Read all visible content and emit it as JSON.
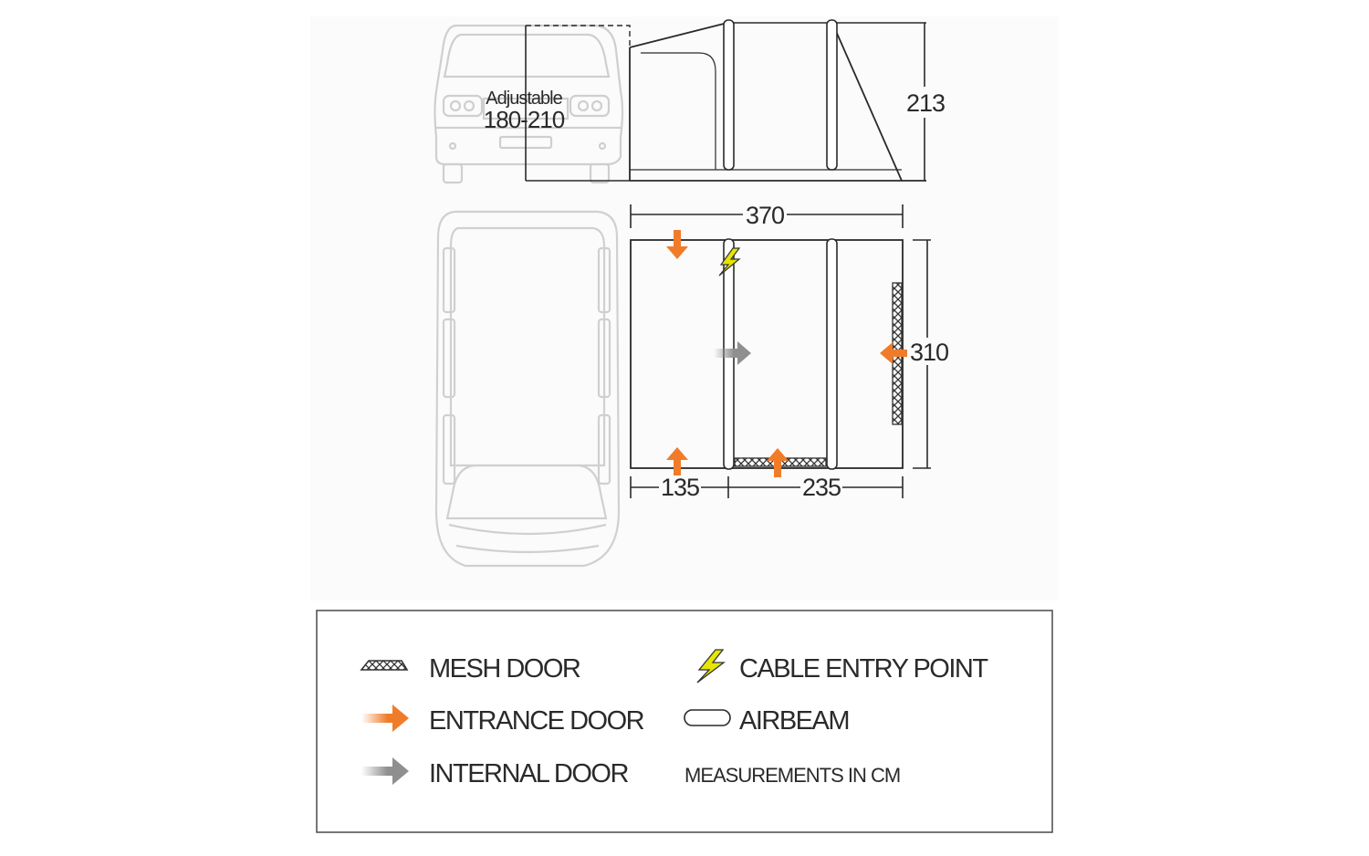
{
  "side_view": {
    "adjustable_label": "Adjustable",
    "adjustable_range": "180-210",
    "height": "213"
  },
  "plan_view": {
    "width_total": "370",
    "depth": "310",
    "width_front_section": "135",
    "width_rear_section": "235"
  },
  "legend": {
    "mesh_door": "MESH DOOR",
    "entrance_door": "ENTRANCE DOOR",
    "internal_door": "INTERNAL DOOR",
    "cable_entry_point": "CABLE ENTRY POINT",
    "airbeam": "AIRBEAM",
    "measurements_note": "MEASUREMENTS IN CM"
  },
  "colors": {
    "entrance_arrow": "#f07c2a",
    "internal_arrow": "#8f8f8f",
    "cable_bolt": "#e6e600",
    "outline": "#2a2a2a",
    "vehicle_outline": "#cfcfcf"
  }
}
